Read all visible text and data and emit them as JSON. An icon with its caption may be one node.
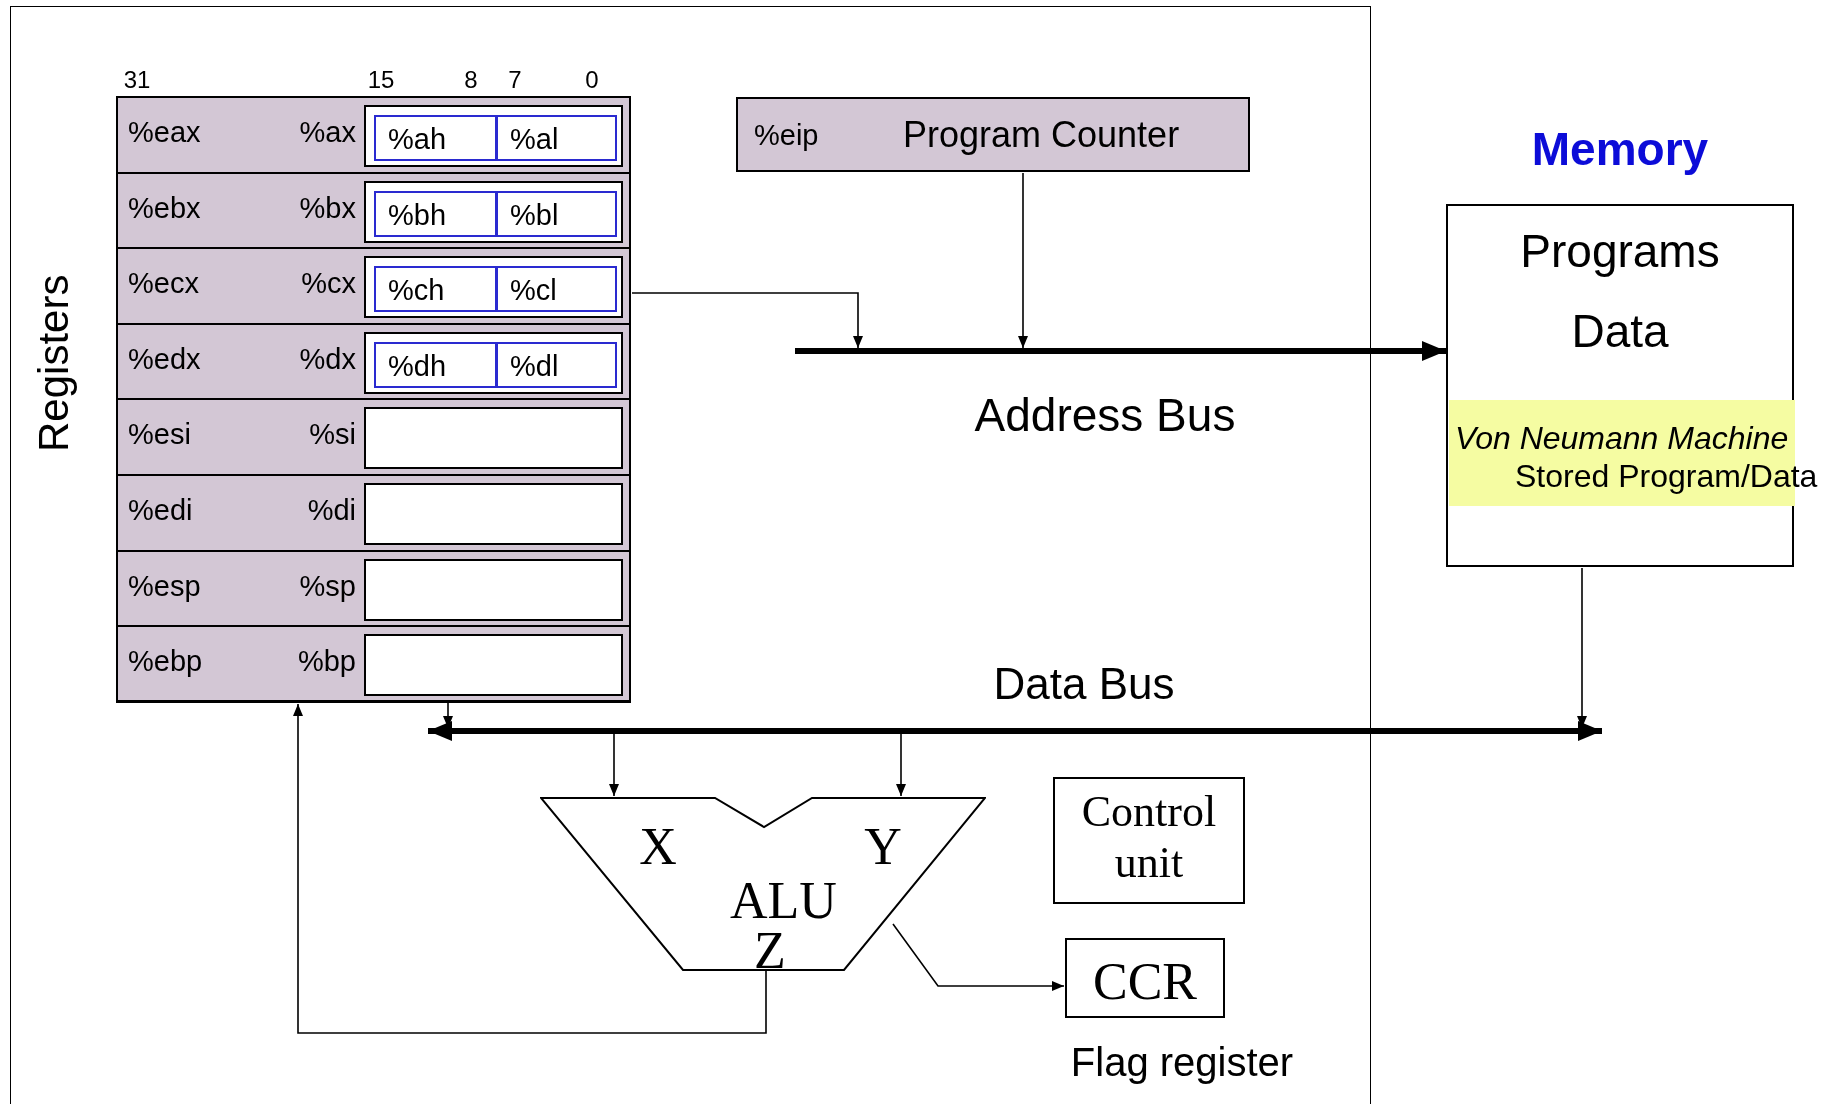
{
  "diagram": {
    "nodes": [
      {
        "text": [
          "Registers"
        ]
      },
      {
        "text": [
          "%eax",
          "%ax"
        ],
        "in": 0
      },
      {
        "text": [],
        "shape": "box",
        "in": 1
      },
      {
        "text": [
          "%ah"
        ],
        "in": 2
      },
      {
        "text": [
          "%al"
        ],
        "in": 2
      },
      {
        "text": [
          "%ebx",
          "%bx"
        ],
        "in": 0
      },
      {
        "text": [],
        "shape": "box",
        "in": 5
      },
      {
        "text": [
          "%bh"
        ],
        "in": 6
      },
      {
        "text": [
          "%bl"
        ],
        "in": 6
      },
      {
        "text": [
          "%ecx",
          "%cx"
        ],
        "in": 0
      },
      {
        "text": [],
        "shape": "box",
        "in": 9
      },
      {
        "text": [
          "%ch"
        ],
        "in": 10
      },
      {
        "text": [
          "%cl"
        ],
        "in": 10
      },
      {
        "text": [
          "%edx",
          "%dx"
        ],
        "in": 0
      },
      {
        "text": [],
        "shape": "box",
        "in": 13
      },
      {
        "text": [
          "%dh"
        ],
        "in": 14
      },
      {
        "text": [
          "%dl"
        ],
        "in": 14
      },
      {
        "text": [
          "%esi",
          "%si"
        ],
        "in": 0
      },
      {
        "text": [],
        "shape": "box",
        "in": 17
      },
      {
        "text": [
          "%edi",
          "%di"
        ],
        "in": 0
      },
      {
        "text": [],
        "shape": "box",
        "in": 19
      },
      {
        "text": [
          "%esp",
          "%sp"
        ],
        "in": 0
      },
      {
        "text": [],
        "shape": "box",
        "in": 21
      },
      {
        "text": [
          "%ebp",
          "%bp"
        ],
        "in": 0
      },
      {
        "text": [],
        "shape": "box",
        "in": 23
      },
      {
        "text": [
          "%eip",
          "Program Counter"
        ]
      },
      {
        "text": [],
        "shape": "bar",
        "beside": [
          "Address Bus"
        ]
      },
      {
        "text": [
          "Memory",
          "Programs",
          "Data"
        ]
      },
      {
        "text": [
          "Von Neumann Machine",
          "Stored Program/Data"
        ],
        "in": 27
      },
      {
        "text": [],
        "shape": "bar",
        "beside": [
          "Data Bus"
        ]
      },
      {
        "text": [
          "X",
          "Y",
          "ALU",
          "Z"
        ]
      },
      {
        "text": [
          "Control unit"
        ]
      },
      {
        "text": [
          "CCR"
        ],
        "beside": [
          "Flag register"
        ]
      }
    ],
    "edges": [
      {
        "from": 9,
        "to": 26,
        "arrow": "to"
      },
      {
        "from": 25,
        "to": 26,
        "arrow": "to"
      },
      {
        "from": 26,
        "to": 27,
        "arrow": "to",
        "style": "thick"
      },
      {
        "from": 27,
        "to": 29,
        "arrow": "to"
      },
      {
        "from": 0,
        "to": 29,
        "arrow": "to"
      },
      {
        "from": 29,
        "to": 30,
        "arrow": "to"
      },
      {
        "from": 29,
        "to": 30,
        "arrow": "to"
      },
      {
        "from": 30,
        "to": 0,
        "arrow": "to"
      },
      {
        "from": 30,
        "to": 32,
        "arrow": "to"
      }
    ],
    "labels": [
      "31",
      "15",
      "8",
      "7",
      "0"
    ]
  }
}
